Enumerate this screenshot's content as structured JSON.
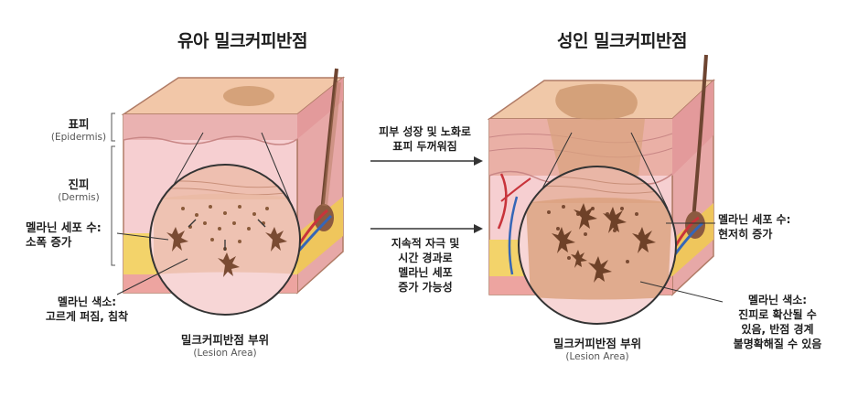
{
  "left": {
    "title": "유아 밀크커피반점",
    "layers": {
      "epidermis": "표피",
      "epidermis_en": "(Epidermis)",
      "dermis": "진피",
      "dermis_en": "(Dermis)"
    },
    "melanocyte_count": [
      "멜라닌 세포 수:",
      "소폭 증가"
    ],
    "pigment": [
      "멜라닌 색소:",
      "고르게 퍼짐, 침착"
    ],
    "lesion": "밀크커피반점 부위",
    "lesion_en": "(Lesion Area)"
  },
  "middle": {
    "growth": [
      "피부 성장 및 노화로",
      "표피 두꺼워짐"
    ],
    "stimulus": [
      "지속적 자극 및",
      "시간 경과로",
      "멜라닌 세포",
      "증가 가능성"
    ]
  },
  "right": {
    "title": "성인 밀크커피반점",
    "melanocyte_count": [
      "멜라닌 세포 수:",
      "현저히 증가"
    ],
    "pigment": [
      "멜라닌 색소:",
      "진피로 확산될 수",
      "있음, 반점 경계",
      "불명확해질 수 있음"
    ],
    "lesion": "밀크커피반점 부위",
    "lesion_en": "(Lesion Area)"
  },
  "colors": {
    "skin_top": "#f2c7a8",
    "epidermis": "#e9a6a8",
    "dermis": "#f6d0d2",
    "fat": "#f3d36a",
    "pigment": "#c08a5a",
    "melanocyte": "#7a4b33"
  }
}
